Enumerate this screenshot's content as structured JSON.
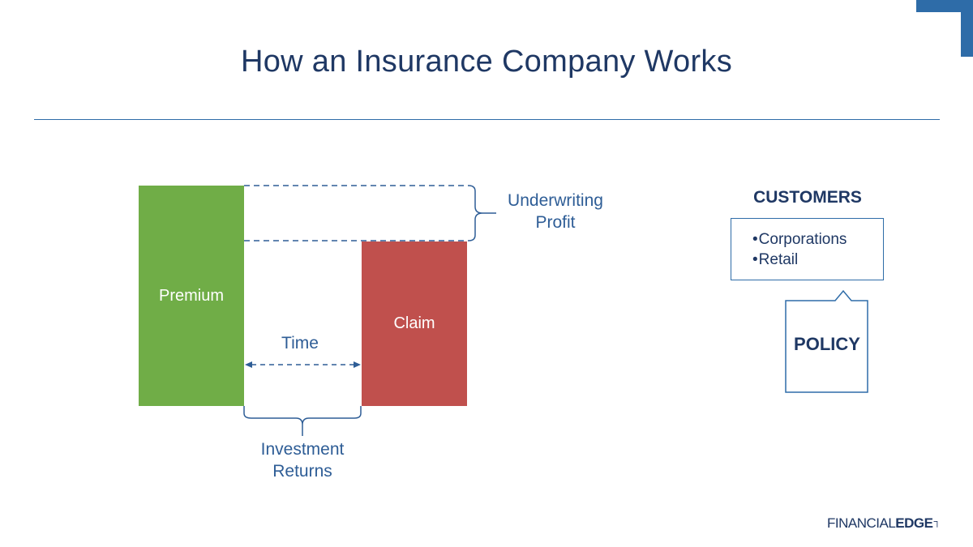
{
  "title": "How an Insurance Company Works",
  "diagram": {
    "premium_label": "Premium",
    "claim_label": "Claim",
    "time_label": "Time",
    "underwriting_profit_label": "Underwriting\nProfit",
    "investment_returns_label": "Investment\nReturns"
  },
  "customers": {
    "title": "CUSTOMERS",
    "items": [
      "Corporations",
      "Retail"
    ]
  },
  "policy": {
    "label": "POLICY"
  },
  "logo": {
    "part1": "FINANCIAL",
    "part2": "EDGE"
  },
  "colors": {
    "premium": "#70ad47",
    "claim": "#c0504d",
    "navy": "#1f3864",
    "blue": "#2e6ca8"
  }
}
